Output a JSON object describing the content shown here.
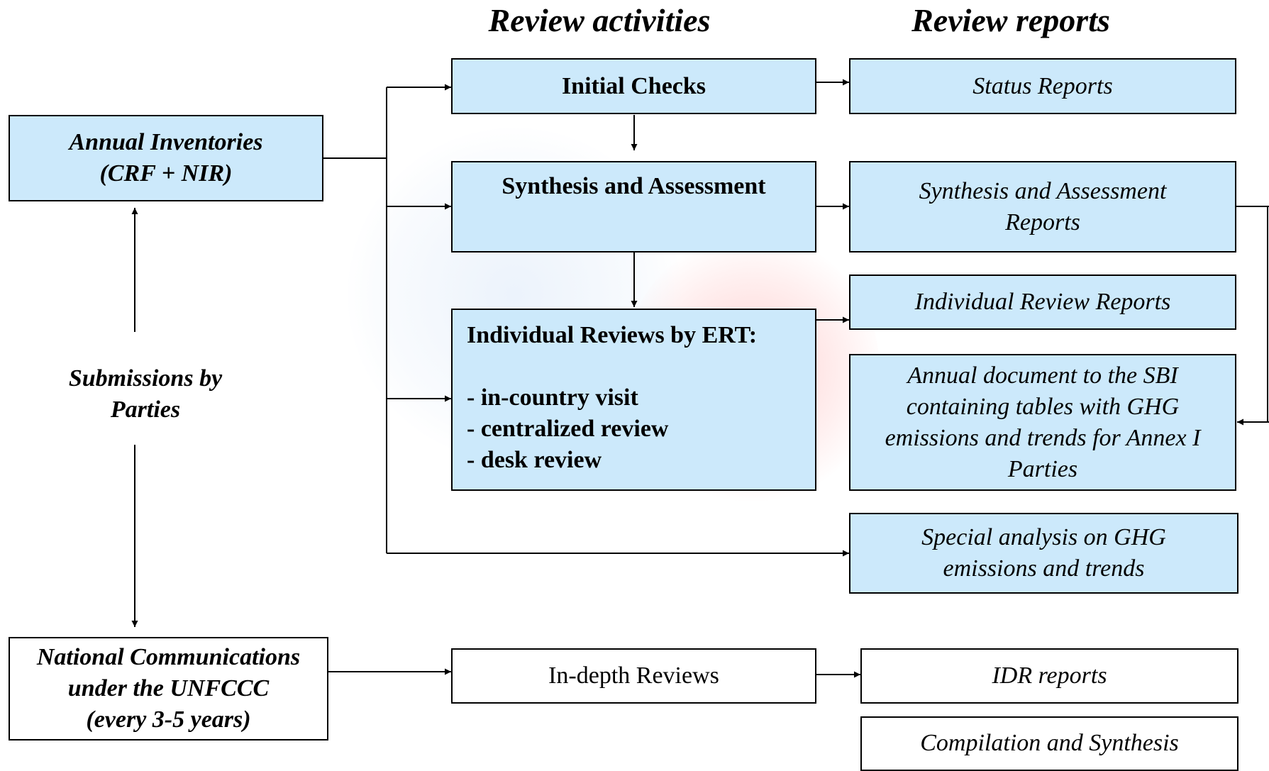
{
  "headers": {
    "activities": "Review activities",
    "reports": "Review reports"
  },
  "inputs": {
    "annual_inventories": [
      "Annual Inventories",
      "(CRF + NIR)"
    ],
    "submissions": [
      "Submissions by",
      "Parties"
    ],
    "national_communications": [
      "National Communications",
      "under the UNFCCC",
      "(every 3-5 years)"
    ]
  },
  "activities": {
    "initial_checks": "Initial Checks",
    "synthesis_assessment": "Synthesis and Assessment",
    "individual_reviews": {
      "title": "Individual Reviews by ERT:",
      "items": [
        "- in-country visit",
        "- centralized review",
        "- desk review"
      ]
    },
    "indepth_reviews": "In-depth Reviews"
  },
  "reports": {
    "status_reports": "Status Reports",
    "synthesis_reports": [
      "Synthesis and Assessment",
      "Reports"
    ],
    "individual_review_reports": "Individual Review Reports",
    "annual_document": [
      "Annual document to the SBI",
      "containing tables with GHG",
      "emissions and trends for Annex I",
      "Parties"
    ],
    "special_analysis": [
      "Special analysis on GHG",
      "emissions and trends"
    ],
    "idr_reports": "IDR reports",
    "compilation_synthesis": "Compilation and Synthesis"
  },
  "colors": {
    "box_fill": "#cce9fb",
    "border": "#000000"
  }
}
